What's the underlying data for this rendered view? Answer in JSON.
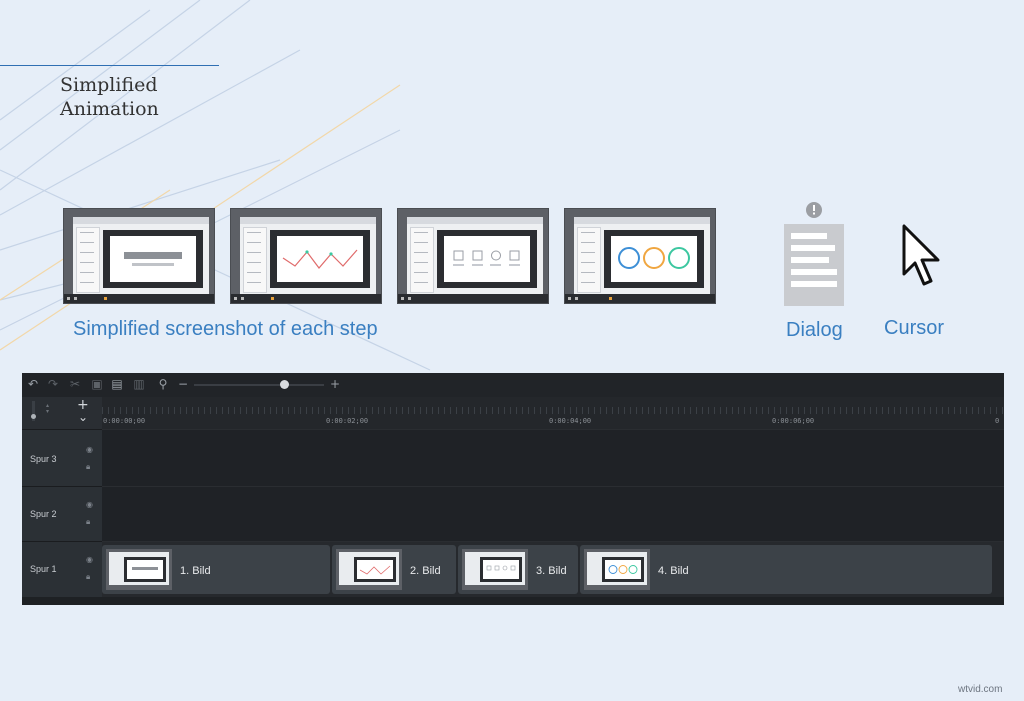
{
  "slide": {
    "title_line1": "Simplified",
    "title_line2": "Animation",
    "caption_screenshots": "Simplified screenshot of each step",
    "caption_dialog": "Dialog",
    "caption_cursor": "Cursor",
    "accent_color": "#3a7fc1",
    "thumbnails": [
      {
        "content": "bars"
      },
      {
        "content": "line-chart"
      },
      {
        "content": "icons"
      },
      {
        "content": "circle-gauges"
      }
    ]
  },
  "timeline": {
    "toolbar_icons": [
      "undo-icon",
      "redo-icon",
      "cut-icon",
      "copy-icon",
      "paste-icon",
      "split-icon",
      "zoom-icon",
      "zoom-out-icon",
      "zoom-in-icon"
    ],
    "zoom_minus": "−",
    "zoom_plus": "+",
    "add_track": "+",
    "collapse": "⌄",
    "ticks": [
      "0:00:00;00",
      "0:00:02;00",
      "0:00:04;00",
      "0:00:06;00",
      "0"
    ],
    "tracks": [
      {
        "name": "Spur 3",
        "clips": []
      },
      {
        "name": "Spur 2",
        "clips": []
      },
      {
        "name": "Spur 1",
        "clips": [
          {
            "label": "1. Bild"
          },
          {
            "label": "2. Bild"
          },
          {
            "label": "3. Bild"
          },
          {
            "label": "4. Bild"
          }
        ]
      }
    ]
  },
  "watermark": "wtvid.com"
}
